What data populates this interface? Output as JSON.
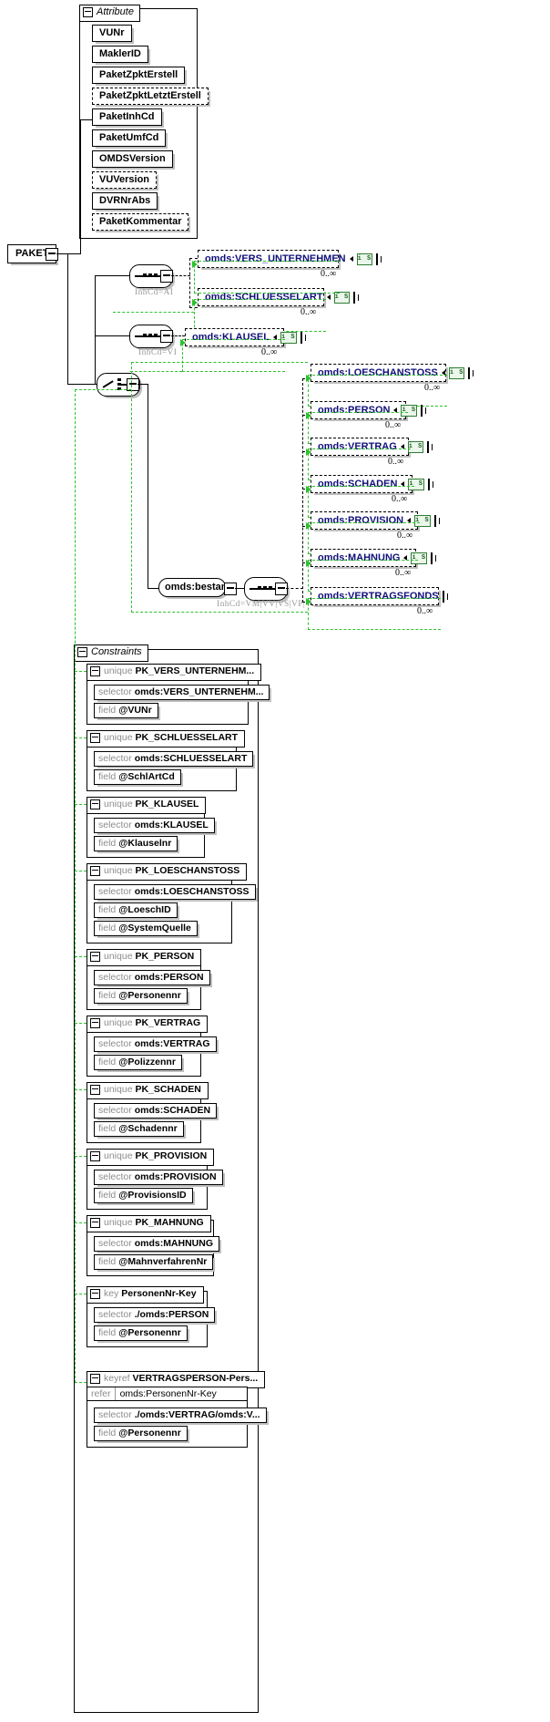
{
  "diagram": {
    "root_element": "PAKET",
    "attribute_group": {
      "title": "Attribute",
      "items": [
        {
          "label": "VUNr",
          "optional": false
        },
        {
          "label": "MaklerID",
          "optional": false
        },
        {
          "label": "PaketZpktErstell",
          "optional": false
        },
        {
          "label": "PaketZpktLetztErstell",
          "optional": true
        },
        {
          "label": "PaketInhCd",
          "optional": false
        },
        {
          "label": "PaketUmfCd",
          "optional": false
        },
        {
          "label": "OMDSVersion",
          "optional": false
        },
        {
          "label": "VUVersion",
          "optional": true
        },
        {
          "label": "DVRNrAbs",
          "optional": false
        },
        {
          "label": "PaketKommentar",
          "optional": true
        }
      ]
    },
    "compositors": {
      "choice": {
        "type": "choice",
        "label": ""
      },
      "seq_ai": {
        "type": "sequence",
        "annotation": "InhCd=AI"
      },
      "seq_vi": {
        "type": "sequence",
        "annotation": "InhCd=VI"
      },
      "seq_bestand": {
        "type": "sequence",
        "annotation": "InhCd=VM|VV|VS|VP|VK"
      }
    },
    "group_ref": "omds:bestand",
    "branch_ai": [
      {
        "name": "omds:VERS_UNTERNEHMEN",
        "occurrence": "0..∞",
        "type_icon": "i S",
        "expandable": true
      },
      {
        "name": "omds:SCHLUESSELART",
        "occurrence": "0..∞",
        "type_icon": "i S",
        "expandable": true
      }
    ],
    "branch_vi": [
      {
        "name": "omds:KLAUSEL",
        "occurrence": "0..∞",
        "type_icon": "i S",
        "expandable": true
      }
    ],
    "branch_bestand": [
      {
        "name": "omds:LOESCHANSTOSS",
        "occurrence": "0..∞",
        "type_icon": "i S",
        "expandable": true
      },
      {
        "name": "omds:PERSON",
        "occurrence": "0..∞",
        "type_icon": "i S",
        "expandable": true
      },
      {
        "name": "omds:VERTRAG",
        "occurrence": "0..∞",
        "type_icon": "i S",
        "expandable": true
      },
      {
        "name": "omds:SCHADEN",
        "occurrence": "0..∞",
        "type_icon": "i S",
        "expandable": true
      },
      {
        "name": "omds:PROVISION",
        "occurrence": "0..∞",
        "type_icon": "i S",
        "expandable": true
      },
      {
        "name": "omds:MAHNUNG",
        "occurrence": "0..∞",
        "type_icon": "i S",
        "expandable": true
      },
      {
        "name": "omds:VERTRAGSFONDS",
        "occurrence": "0..∞",
        "type_icon": "",
        "expandable": true
      }
    ],
    "constraints": {
      "title": "Constraints",
      "items": [
        {
          "kind": "unique",
          "name": "PK_VERS_UNTERNEHM...",
          "rows": [
            {
              "k": "selector",
              "v": "omds:VERS_UNTERNEHM..."
            },
            {
              "k": "field",
              "v": "@VUNr"
            }
          ]
        },
        {
          "kind": "unique",
          "name": "PK_SCHLUESSELART",
          "rows": [
            {
              "k": "selector",
              "v": "omds:SCHLUESSELART"
            },
            {
              "k": "field",
              "v": "@SchlArtCd"
            }
          ]
        },
        {
          "kind": "unique",
          "name": "PK_KLAUSEL",
          "rows": [
            {
              "k": "selector",
              "v": "omds:KLAUSEL"
            },
            {
              "k": "field",
              "v": "@Klauselnr"
            }
          ]
        },
        {
          "kind": "unique",
          "name": "PK_LOESCHANSTOSS",
          "rows": [
            {
              "k": "selector",
              "v": "omds:LOESCHANSTOSS"
            },
            {
              "k": "field",
              "v": "@LoeschID"
            },
            {
              "k": "field",
              "v": "@SystemQuelle"
            }
          ]
        },
        {
          "kind": "unique",
          "name": "PK_PERSON",
          "rows": [
            {
              "k": "selector",
              "v": "omds:PERSON"
            },
            {
              "k": "field",
              "v": "@Personennr"
            }
          ]
        },
        {
          "kind": "unique",
          "name": "PK_VERTRAG",
          "rows": [
            {
              "k": "selector",
              "v": "omds:VERTRAG"
            },
            {
              "k": "field",
              "v": "@Polizzennr"
            }
          ]
        },
        {
          "kind": "unique",
          "name": "PK_SCHADEN",
          "rows": [
            {
              "k": "selector",
              "v": "omds:SCHADEN"
            },
            {
              "k": "field",
              "v": "@Schadennr"
            }
          ]
        },
        {
          "kind": "unique",
          "name": "PK_PROVISION",
          "rows": [
            {
              "k": "selector",
              "v": "omds:PROVISION"
            },
            {
              "k": "field",
              "v": "@ProvisionsID"
            }
          ]
        },
        {
          "kind": "unique",
          "name": "PK_MAHNUNG",
          "rows": [
            {
              "k": "selector",
              "v": "omds:MAHNUNG"
            },
            {
              "k": "field",
              "v": "@MahnverfahrenNr"
            }
          ]
        },
        {
          "kind": "key",
          "name": "PersonenNr-Key",
          "rows": [
            {
              "k": "selector",
              "v": "./omds:PERSON"
            },
            {
              "k": "field",
              "v": "@Personennr"
            }
          ]
        },
        {
          "kind": "keyref",
          "name": "VERTRAGSPERSON-Pers...",
          "refer": {
            "k": "refer",
            "v": "omds:PersonenNr-Key"
          },
          "rows": [
            {
              "k": "selector",
              "v": "./omds:VERTRAG/omds:V..."
            },
            {
              "k": "field",
              "v": "@Personennr"
            }
          ]
        }
      ]
    }
  }
}
